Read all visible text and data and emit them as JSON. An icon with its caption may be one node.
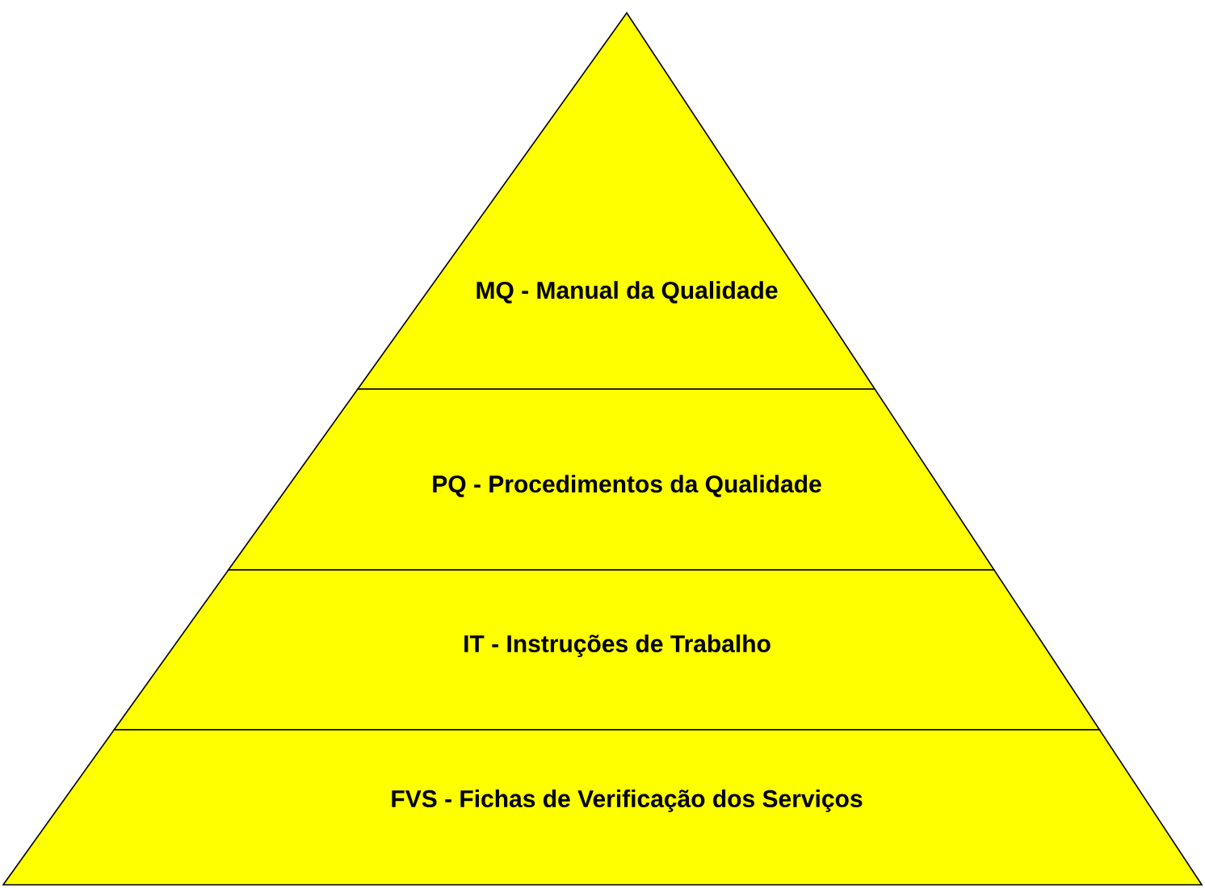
{
  "diagram": {
    "nodes": [
      {
        "text": [
          "MQ - Manual da Qualidade"
        ]
      },
      {
        "text": [
          "PQ - Procedimentos da Qualidade"
        ]
      },
      {
        "text": [
          "IT - Instruções de Trabalho"
        ]
      },
      {
        "text": [
          "FVS - Fichas de Verificação dos Serviços"
        ]
      }
    ]
  }
}
